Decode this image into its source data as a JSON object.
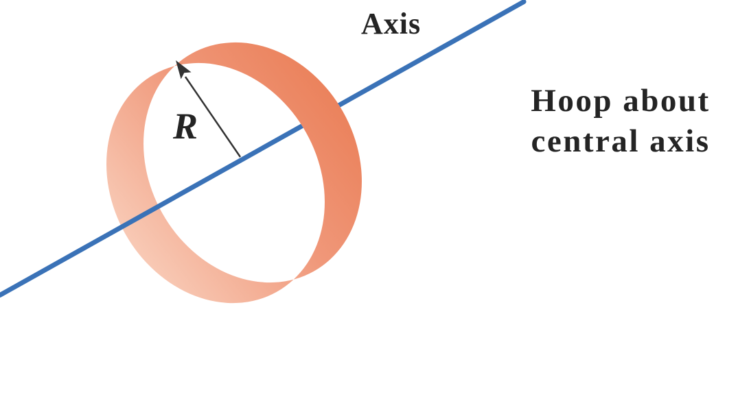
{
  "diagram": {
    "axis_label": "Axis",
    "radius_label": "R",
    "caption": {
      "line1": "Hoop about",
      "line2": "central axis"
    }
  },
  "colors": {
    "background": "#ffffff",
    "axis_line": "#3a72b7",
    "hoop_dark": "#ea7f58",
    "hoop_mid": "#f0987a",
    "hoop_light": "#f9d0bd",
    "arrow": "#333333",
    "text": "#242424"
  }
}
